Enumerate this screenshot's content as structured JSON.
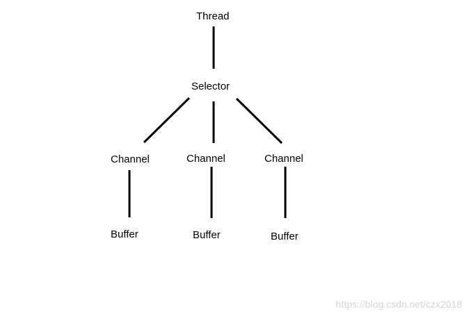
{
  "diagram": {
    "nodes": {
      "thread": "Thread",
      "selector": "Selector",
      "channel_1": "Channel",
      "channel_2": "Channel",
      "channel_3": "Channel",
      "buffer_1": "Buffer",
      "buffer_2": "Buffer",
      "buffer_3": "Buffer"
    },
    "edges": [
      [
        "thread",
        "selector"
      ],
      [
        "selector",
        "channel_1"
      ],
      [
        "selector",
        "channel_2"
      ],
      [
        "selector",
        "channel_3"
      ],
      [
        "channel_1",
        "buffer_1"
      ],
      [
        "channel_2",
        "buffer_2"
      ],
      [
        "channel_3",
        "buffer_3"
      ]
    ],
    "colors": {
      "line": "#000000",
      "text": "#000000",
      "watermark": "#d4d4d4"
    }
  },
  "watermark": "https://blog.csdn.net/czx2018"
}
